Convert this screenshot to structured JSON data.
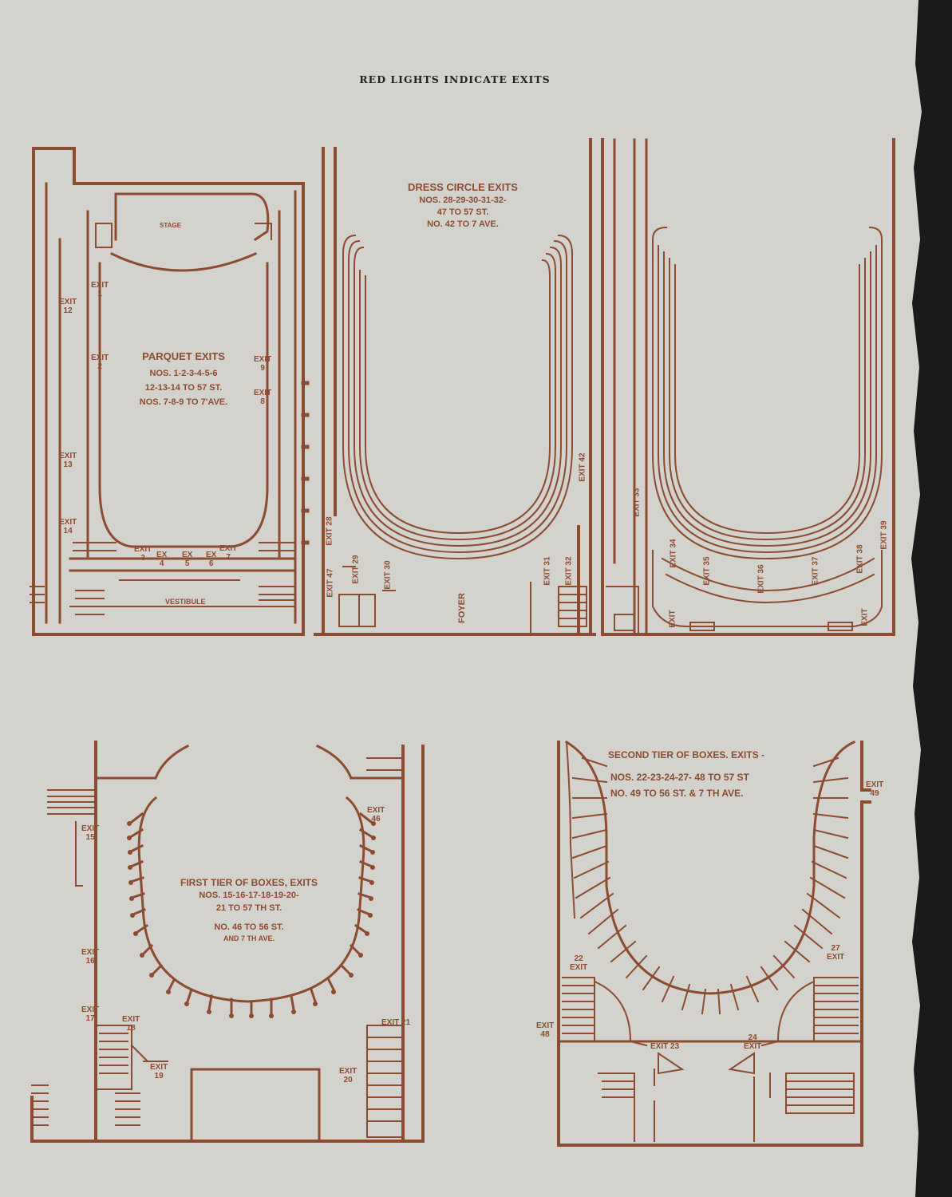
{
  "header": "RED LIGHTS INDICATE EXITS",
  "colors": {
    "ink": "#8b4c32",
    "paper": "#d4d2cc",
    "edge": "#1a1a1a"
  },
  "parquet": {
    "stage": "STAGE",
    "vestibule": "VESTIBULE",
    "title": "PARQUET EXITS",
    "line1": "NOS. 1-2-3-4-5-6",
    "line2": "12-13-14 TO 57 ST.",
    "line3": "NOS. 7-8-9 TO 7'AVE.",
    "exits": {
      "e1": "EXIT\n1",
      "e2": "EXIT\n2",
      "e12": "EXIT\n12",
      "e13": "EXIT\n13",
      "e14": "EXIT\n14",
      "e9": "EXIT\n9",
      "e8": "EXIT\n8",
      "e3": "EXIT\n3",
      "e4": "EX\n4",
      "e5": "EX\n5",
      "e6": "EX\n6",
      "e7": "EXIT\n7"
    }
  },
  "dress_circle": {
    "title": "DRESS CIRCLE EXITS",
    "line1": "NOS. 28-29-30-31-32-",
    "line2": "47 TO 57 ST.",
    "line3": "NO. 42 TO 7 AVE.",
    "foyer": "FOYER",
    "exits": {
      "e28": "EXIT 28",
      "e47": "EXIT 47",
      "e29": "EXIT 29",
      "e30": "EXIT 30",
      "e31": "EXIT 31",
      "e32": "EXIT 32",
      "e42": "EXIT 42",
      "e33": "EXIT 33",
      "e34": "EXIT 34",
      "e35": "EXIT 35",
      "e36": "EXIT 36",
      "e37": "EXIT 37",
      "e38": "EXIT 38",
      "e39": "EXIT 39",
      "eL": "EXIT",
      "eR": "EXIT"
    }
  },
  "first_tier": {
    "title": "FIRST TIER OF BOXES, EXITS",
    "line1": "NOS. 15-16-17-18-19-20-",
    "line2": "21 TO 57 TH ST.",
    "line3": "NO. 46 TO 56 ST.",
    "line4": "AND 7 TH AVE.",
    "exits": {
      "e15": "EXIT\n15",
      "e16": "EXIT\n16",
      "e17": "EXIT\n17",
      "e18": "EXIT\n18",
      "e19": "EXIT\n19",
      "e20": "EXIT\n20",
      "e21": "EXIT 21",
      "e46": "EXIT\n46"
    }
  },
  "second_tier": {
    "title": "SECOND TIER OF BOXES. EXITS -",
    "line1": "NOS. 22-23-24-27- 48 TO 57 ST",
    "line2": "NO. 49 TO 56 ST. & 7 TH AVE.",
    "exits": {
      "e22": "22\nEXIT",
      "e27": "27\nEXIT",
      "e23": "EXIT 23",
      "e24": "24\nEXIT",
      "e48": "EXIT\n48",
      "e49": "EXIT\n49"
    }
  }
}
